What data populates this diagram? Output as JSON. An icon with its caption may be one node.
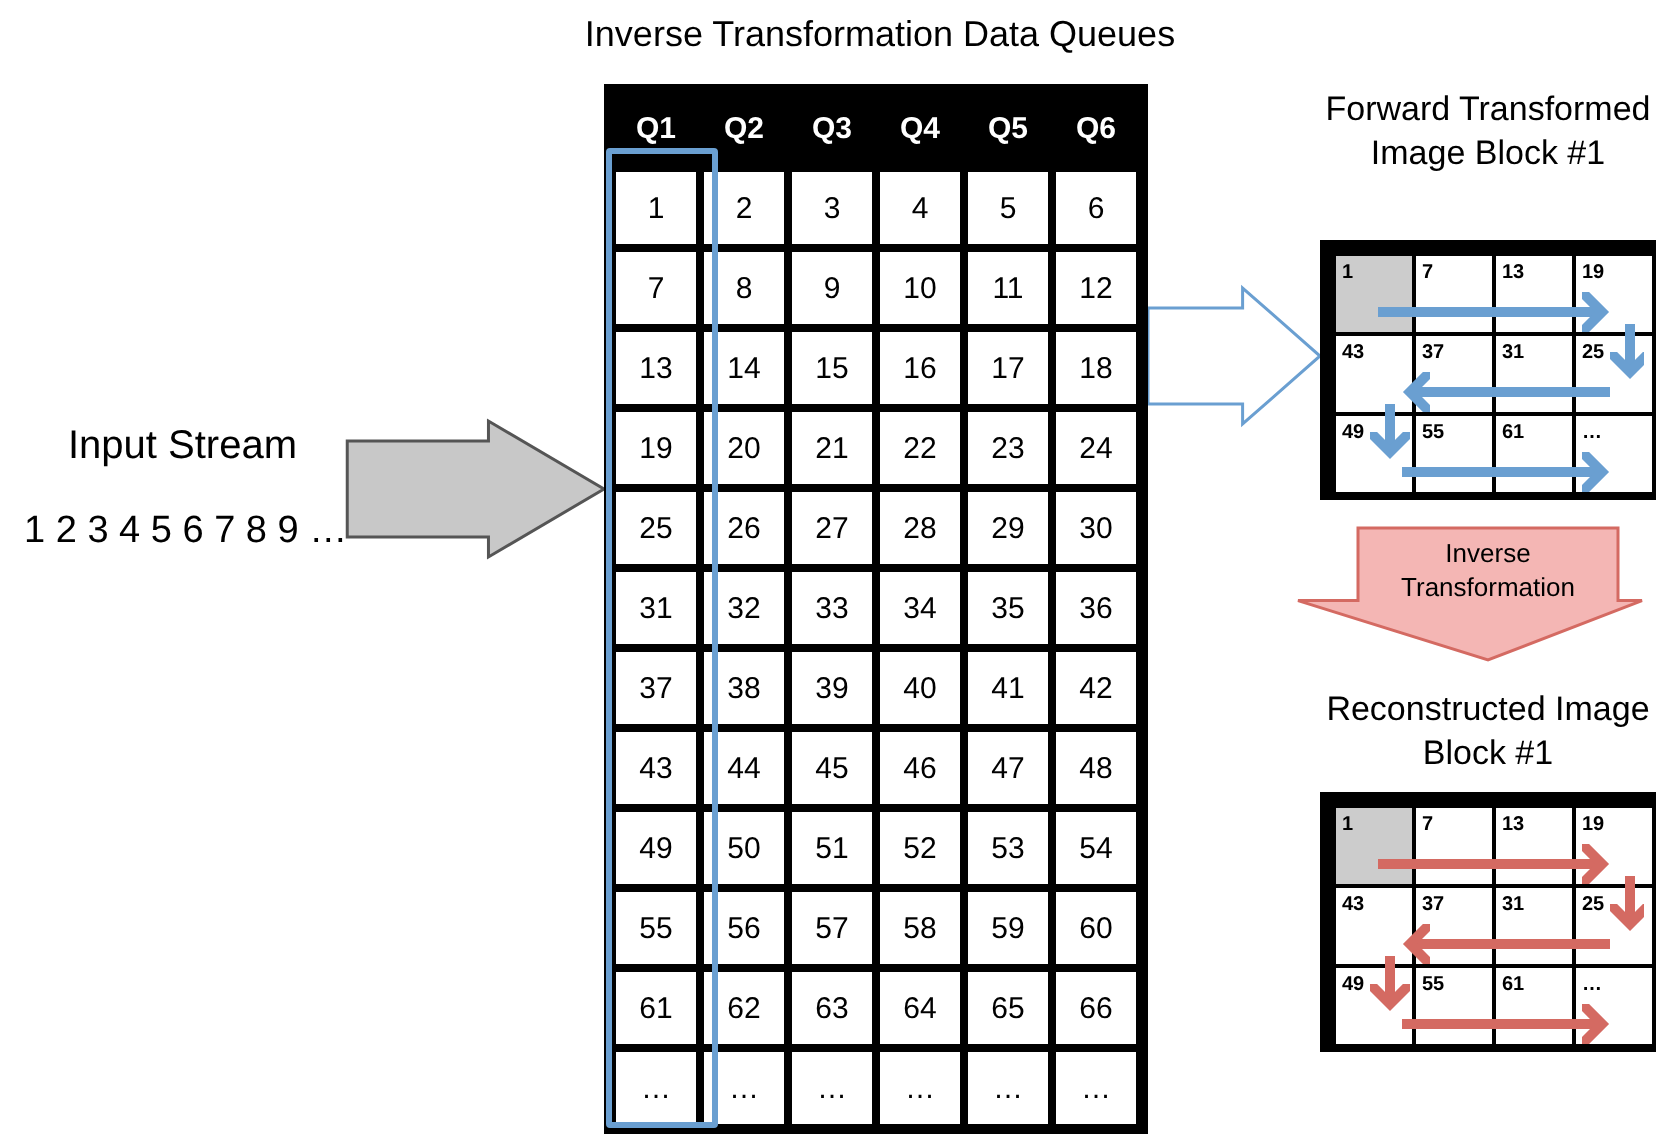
{
  "diagram": {
    "title": "Inverse Transformation Data Queues",
    "nodes": [
      {
        "text": [
          "Input Stream",
          "1 2 3 4 5 6 7 8 9 …"
        ]
      },
      {
        "text": [],
        "shape": "box"
      },
      {
        "text": [
          "Forward Transformed Image Block #1"
        ]
      },
      {
        "text": [
          "Reconstructed Image Block #1"
        ]
      }
    ],
    "edges": [
      {
        "from": 0,
        "to": 1,
        "arrow": "to",
        "color": "#c8c8c8"
      },
      {
        "from": 1,
        "to": 2,
        "arrow": "to",
        "color": "#ffffff"
      },
      {
        "from": 2,
        "to": 3,
        "arrow": "to",
        "label": "Inverse Transformation",
        "color": "#f4b6b4"
      }
    ],
    "labels": [
      "Q1",
      "Q2",
      "Q3",
      "Q4",
      "Q5",
      "Q6",
      "1",
      "2",
      "3",
      "4",
      "5",
      "6",
      "7",
      "8",
      "9",
      "10",
      "11",
      "12",
      "13",
      "14",
      "15",
      "16",
      "17",
      "18",
      "19",
      "20",
      "21",
      "22",
      "23",
      "24",
      "25",
      "26",
      "27",
      "28",
      "29",
      "30",
      "31",
      "32",
      "33",
      "34",
      "35",
      "36",
      "37",
      "38",
      "39",
      "40",
      "41",
      "42",
      "43",
      "44",
      "45",
      "46",
      "47",
      "48",
      "49",
      "50",
      "51",
      "52",
      "53",
      "54",
      "55",
      "56",
      "57",
      "58",
      "59",
      "60",
      "61",
      "62",
      "63",
      "64",
      "65",
      "66",
      "…",
      "…",
      "…",
      "…",
      "…",
      "…",
      "1",
      "7",
      "13",
      "19",
      "43",
      "37",
      "31",
      "25",
      "49",
      "55",
      "61",
      "…",
      "1",
      "7",
      "13",
      "19",
      "43",
      "37",
      "31",
      "25",
      "49",
      "55",
      "61",
      "…"
    ]
  }
}
